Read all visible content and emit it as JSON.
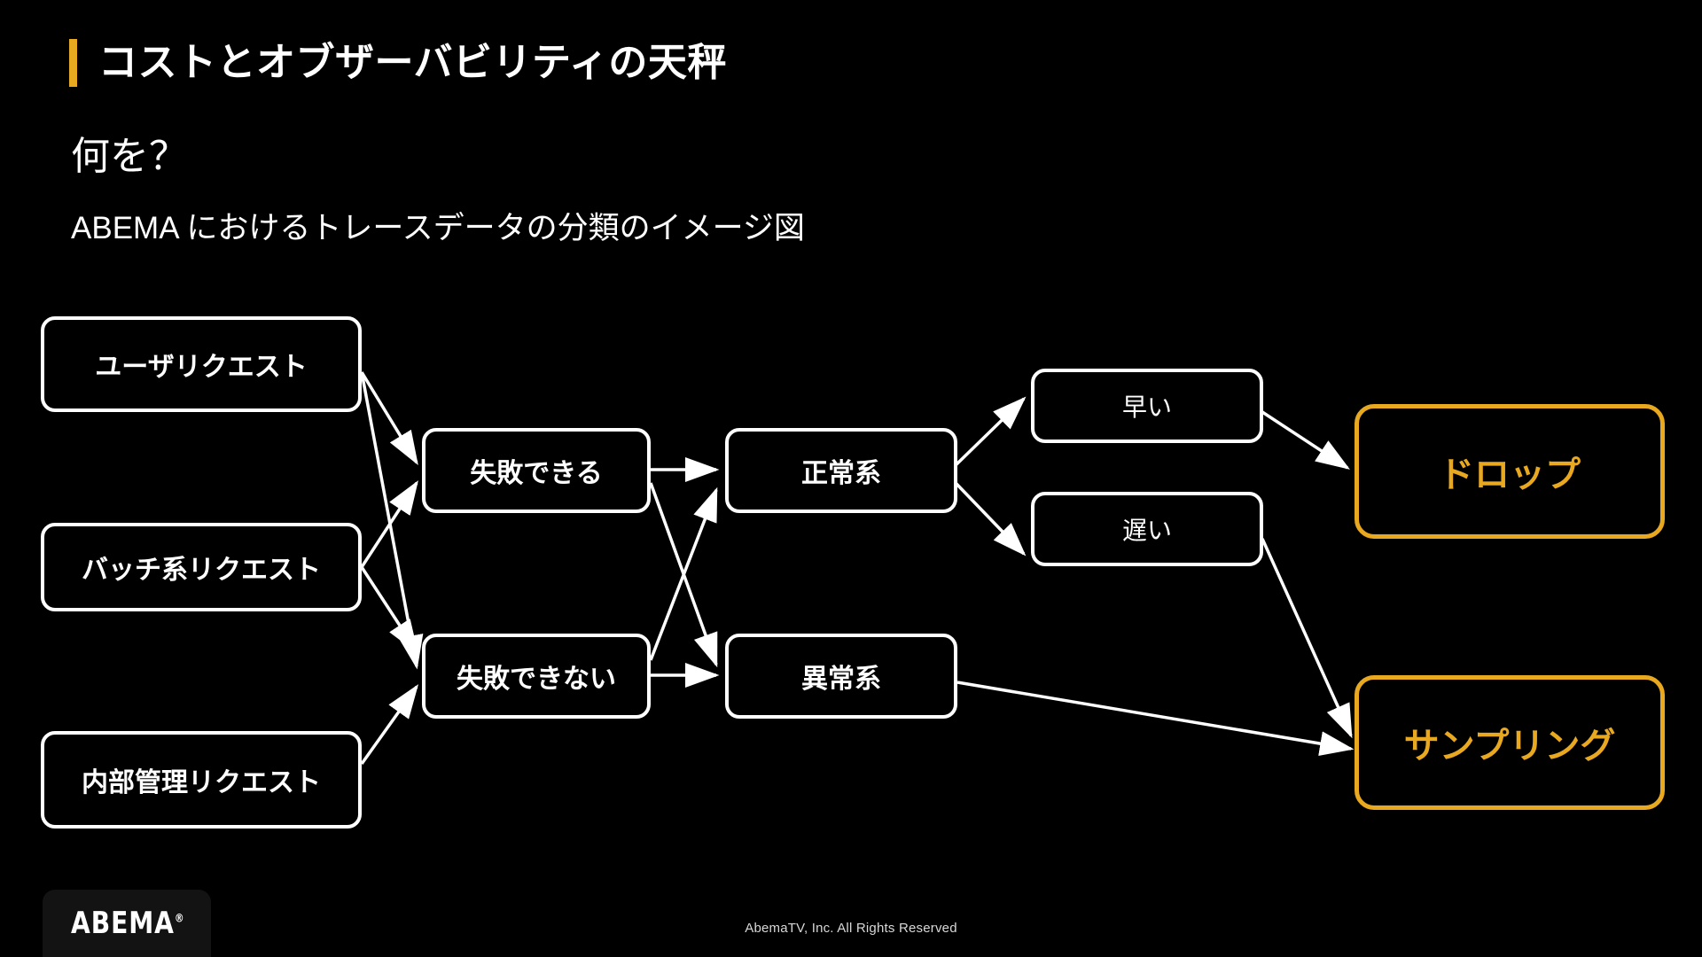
{
  "slide": {
    "title": "コストとオブザーバビリティの天秤",
    "heading": "何を？",
    "subtitle": "ABEMA におけるトレースデータの分類のイメージ図",
    "accent_color": "#e8a820",
    "background_color": "#000000",
    "text_color": "#ffffff"
  },
  "diagram": {
    "type": "flowchart",
    "direction": "left-to-right",
    "nodes": [
      {
        "id": "user-request",
        "label": "ユーザリクエスト",
        "column": 1,
        "style": "white"
      },
      {
        "id": "batch-request",
        "label": "バッチ系リクエスト",
        "column": 1,
        "style": "white"
      },
      {
        "id": "internal-request",
        "label": "内部管理リクエスト",
        "column": 1,
        "style": "white"
      },
      {
        "id": "can-fail",
        "label": "失敗できる",
        "column": 2,
        "style": "white"
      },
      {
        "id": "cannot-fail",
        "label": "失敗できない",
        "column": 2,
        "style": "white"
      },
      {
        "id": "normal",
        "label": "正常系",
        "column": 3,
        "style": "white"
      },
      {
        "id": "abnormal",
        "label": "異常系",
        "column": 3,
        "style": "white"
      },
      {
        "id": "fast",
        "label": "早い",
        "column": 4,
        "style": "white"
      },
      {
        "id": "slow",
        "label": "遅い",
        "column": 4,
        "style": "white"
      },
      {
        "id": "drop",
        "label": "ドロップ",
        "column": 5,
        "style": "accent"
      },
      {
        "id": "sampling",
        "label": "サンプリング",
        "column": 5,
        "style": "accent"
      }
    ],
    "edges": [
      {
        "from": "user-request",
        "to": "can-fail"
      },
      {
        "from": "user-request",
        "to": "cannot-fail"
      },
      {
        "from": "batch-request",
        "to": "can-fail"
      },
      {
        "from": "batch-request",
        "to": "cannot-fail"
      },
      {
        "from": "internal-request",
        "to": "cannot-fail"
      },
      {
        "from": "can-fail",
        "to": "normal"
      },
      {
        "from": "can-fail",
        "to": "abnormal"
      },
      {
        "from": "cannot-fail",
        "to": "normal"
      },
      {
        "from": "cannot-fail",
        "to": "abnormal"
      },
      {
        "from": "normal",
        "to": "fast"
      },
      {
        "from": "normal",
        "to": "slow"
      },
      {
        "from": "fast",
        "to": "drop"
      },
      {
        "from": "slow",
        "to": "sampling"
      },
      {
        "from": "abnormal",
        "to": "sampling"
      }
    ]
  },
  "footer": {
    "logo": "ABEMA",
    "logo_trademark": "®",
    "copyright": "AbemaTV, Inc. All Rights Reserved"
  }
}
